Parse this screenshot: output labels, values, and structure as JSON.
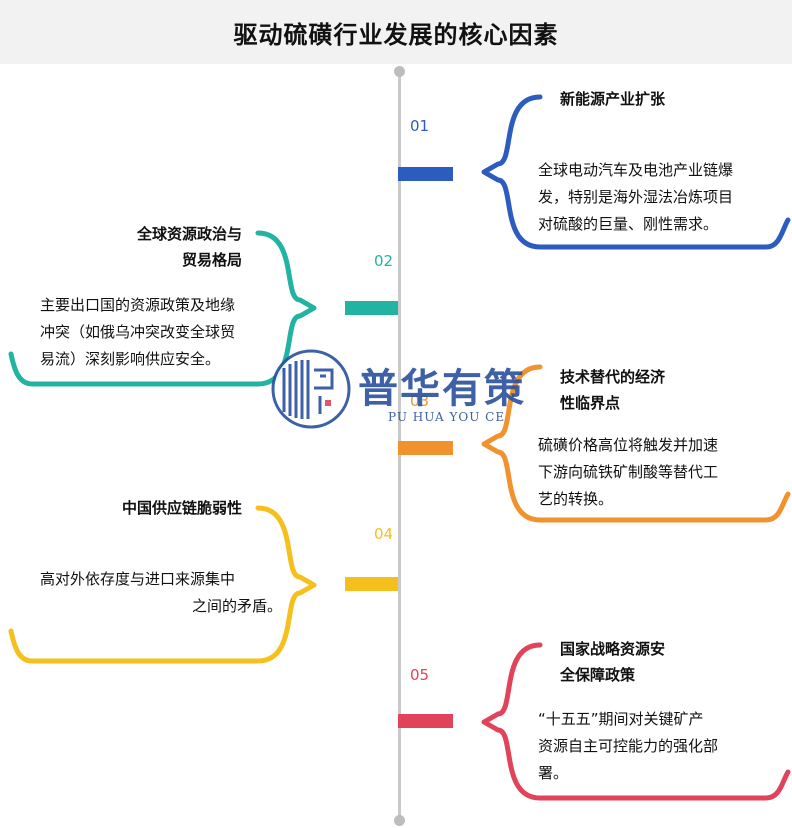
{
  "title": "驱动硫磺行业发展的核心因素",
  "colors": {
    "blue": "#2c5cbf",
    "teal": "#22b3a3",
    "orange": "#f0922d",
    "yellow": "#f5c01e",
    "red": "#e0435a",
    "axis": "#c9c9c9",
    "title_bg": "#f2f2f2"
  },
  "items": [
    {
      "number": "01",
      "heading": [
        "新能源产业扩张"
      ],
      "body": [
        "全球电动汽车及电池产业链爆",
        "发，特别是海外湿法冶炼项目",
        "对硫酸的巨量、刚性需求。"
      ]
    },
    {
      "number": "02",
      "heading": [
        "全球资源政治与",
        "贸易格局"
      ],
      "body": [
        "主要出口国的资源政策及地缘",
        "冲突（如俄乌冲突改变全球贸",
        "易流）深刻影响供应安全。"
      ]
    },
    {
      "number": "03",
      "heading": [
        "技术替代的经济",
        "性临界点"
      ],
      "body": [
        "硫磺价格高位将触发并加速",
        "下游向硫铁矿制酸等替代工",
        "艺的转换。"
      ]
    },
    {
      "number": "04",
      "heading": [
        "中国供应链脆弱性"
      ],
      "body": [
        "高对外依存度与进口来源集中",
        "之间的矛盾。"
      ]
    },
    {
      "number": "05",
      "heading": [
        "国家战略资源安",
        "全保障政策"
      ],
      "body": [
        "“十五五”期间对关键矿产",
        "资源自主可控能力的强化部",
        "署。"
      ]
    }
  ],
  "watermark": {
    "main": "普华有策",
    "sub": "PU HUA YOU CE",
    "icon": "puhua-logo-icon"
  }
}
